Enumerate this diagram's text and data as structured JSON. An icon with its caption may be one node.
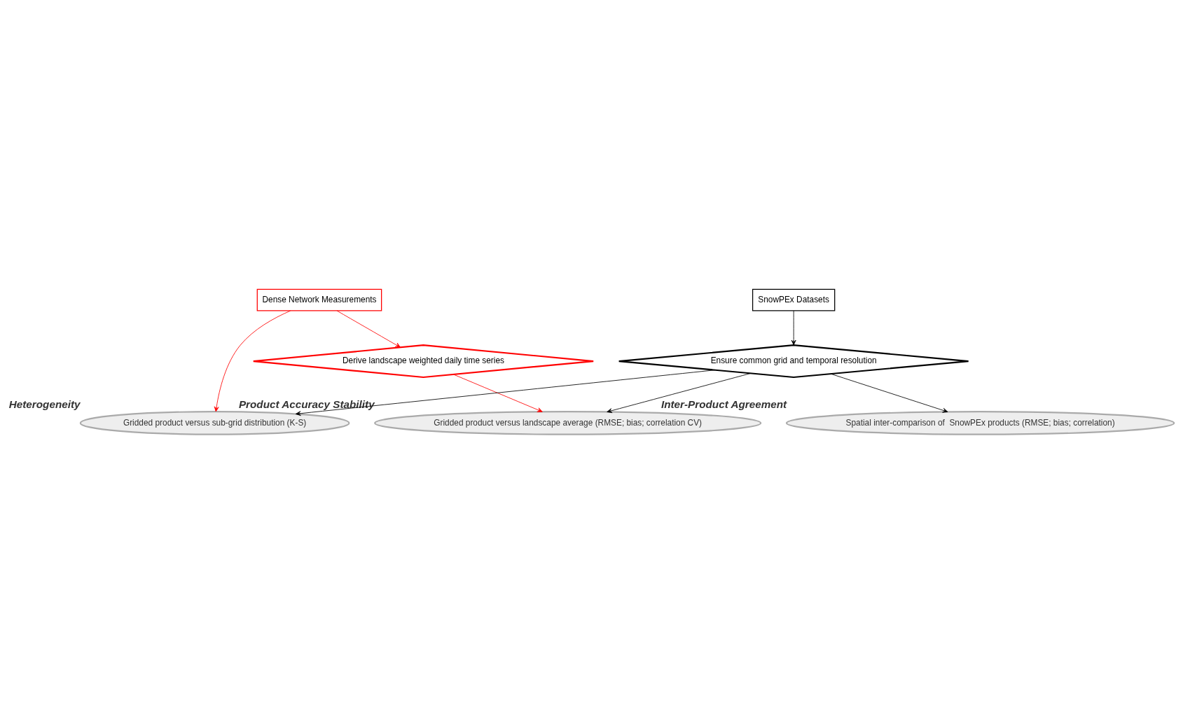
{
  "diagram": {
    "nodes": [
      {
        "text": [
          "Dense Network Measurements"
        ]
      },
      {
        "text": [
          "Derive landscape weighted daily time series"
        ]
      },
      {
        "text": [
          "Gridded product versus sub-grid distribution (K-S)"
        ],
        "beside": [
          "Heterogeneity"
        ]
      },
      {
        "text": [
          "Gridded product versus landscape average (RMSE; bias; correlation CV)"
        ],
        "beside": [
          "Product Accuracy Stability"
        ]
      },
      {
        "text": [
          "Spatial inter-comparison of  SnowPEx products (RMSE; bias; correlation)"
        ],
        "beside": [
          "Inter-Product Agreement"
        ]
      },
      {
        "text": [
          "Ensure common grid and temporal resolution"
        ]
      },
      {
        "text": [
          "SnowPEx Datasets"
        ]
      }
    ],
    "edges": [
      {
        "from": 0,
        "to": 1,
        "arrow": "to",
        "color": "#ff0000"
      },
      {
        "from": 0,
        "to": 2,
        "arrow": "to",
        "color": "#ff0000"
      },
      {
        "from": 1,
        "to": 3,
        "arrow": "to",
        "color": "#ff0000"
      },
      {
        "from": 5,
        "to": 2,
        "arrow": "to"
      },
      {
        "from": 5,
        "to": 3,
        "arrow": "to"
      },
      {
        "from": 5,
        "to": 4,
        "arrow": "to"
      },
      {
        "from": 6,
        "to": 5,
        "arrow": "to"
      }
    ]
  }
}
